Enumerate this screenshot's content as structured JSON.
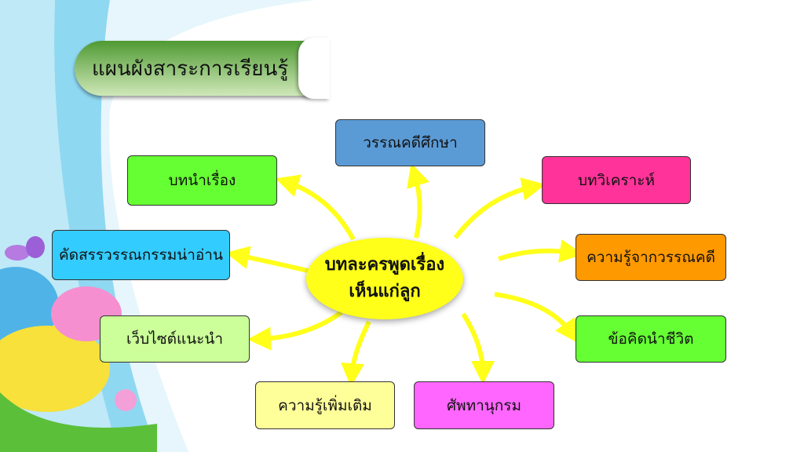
{
  "title": "แผนผังสาระการเรียนรู้",
  "center": {
    "line1": "บทละครพูดเรื่อง",
    "line2": "เห็นแก่ลูก"
  },
  "nodes": [
    {
      "label": "วรรณคดีศึกษา",
      "color": "#5b9bd5"
    },
    {
      "label": "บทนำเรื่อง",
      "color": "#66ff33"
    },
    {
      "label": "บทวิเคราะห์",
      "color": "#ff3399"
    },
    {
      "label": "คัดสรรวรรณกรรมน่าอ่าน",
      "color": "#33ccff"
    },
    {
      "label": "ความรู้จากวรรณคดี",
      "color": "#ff9900"
    },
    {
      "label": "เว็บไซต์แนะนำ",
      "color": "#ccff99"
    },
    {
      "label": "ข้อคิดนำชีวิต",
      "color": "#66ff33"
    },
    {
      "label": "ความรู้เพิ่มเติม",
      "color": "#ffff99"
    },
    {
      "label": "ศัพทานุกรม",
      "color": "#ff66ff"
    }
  ]
}
